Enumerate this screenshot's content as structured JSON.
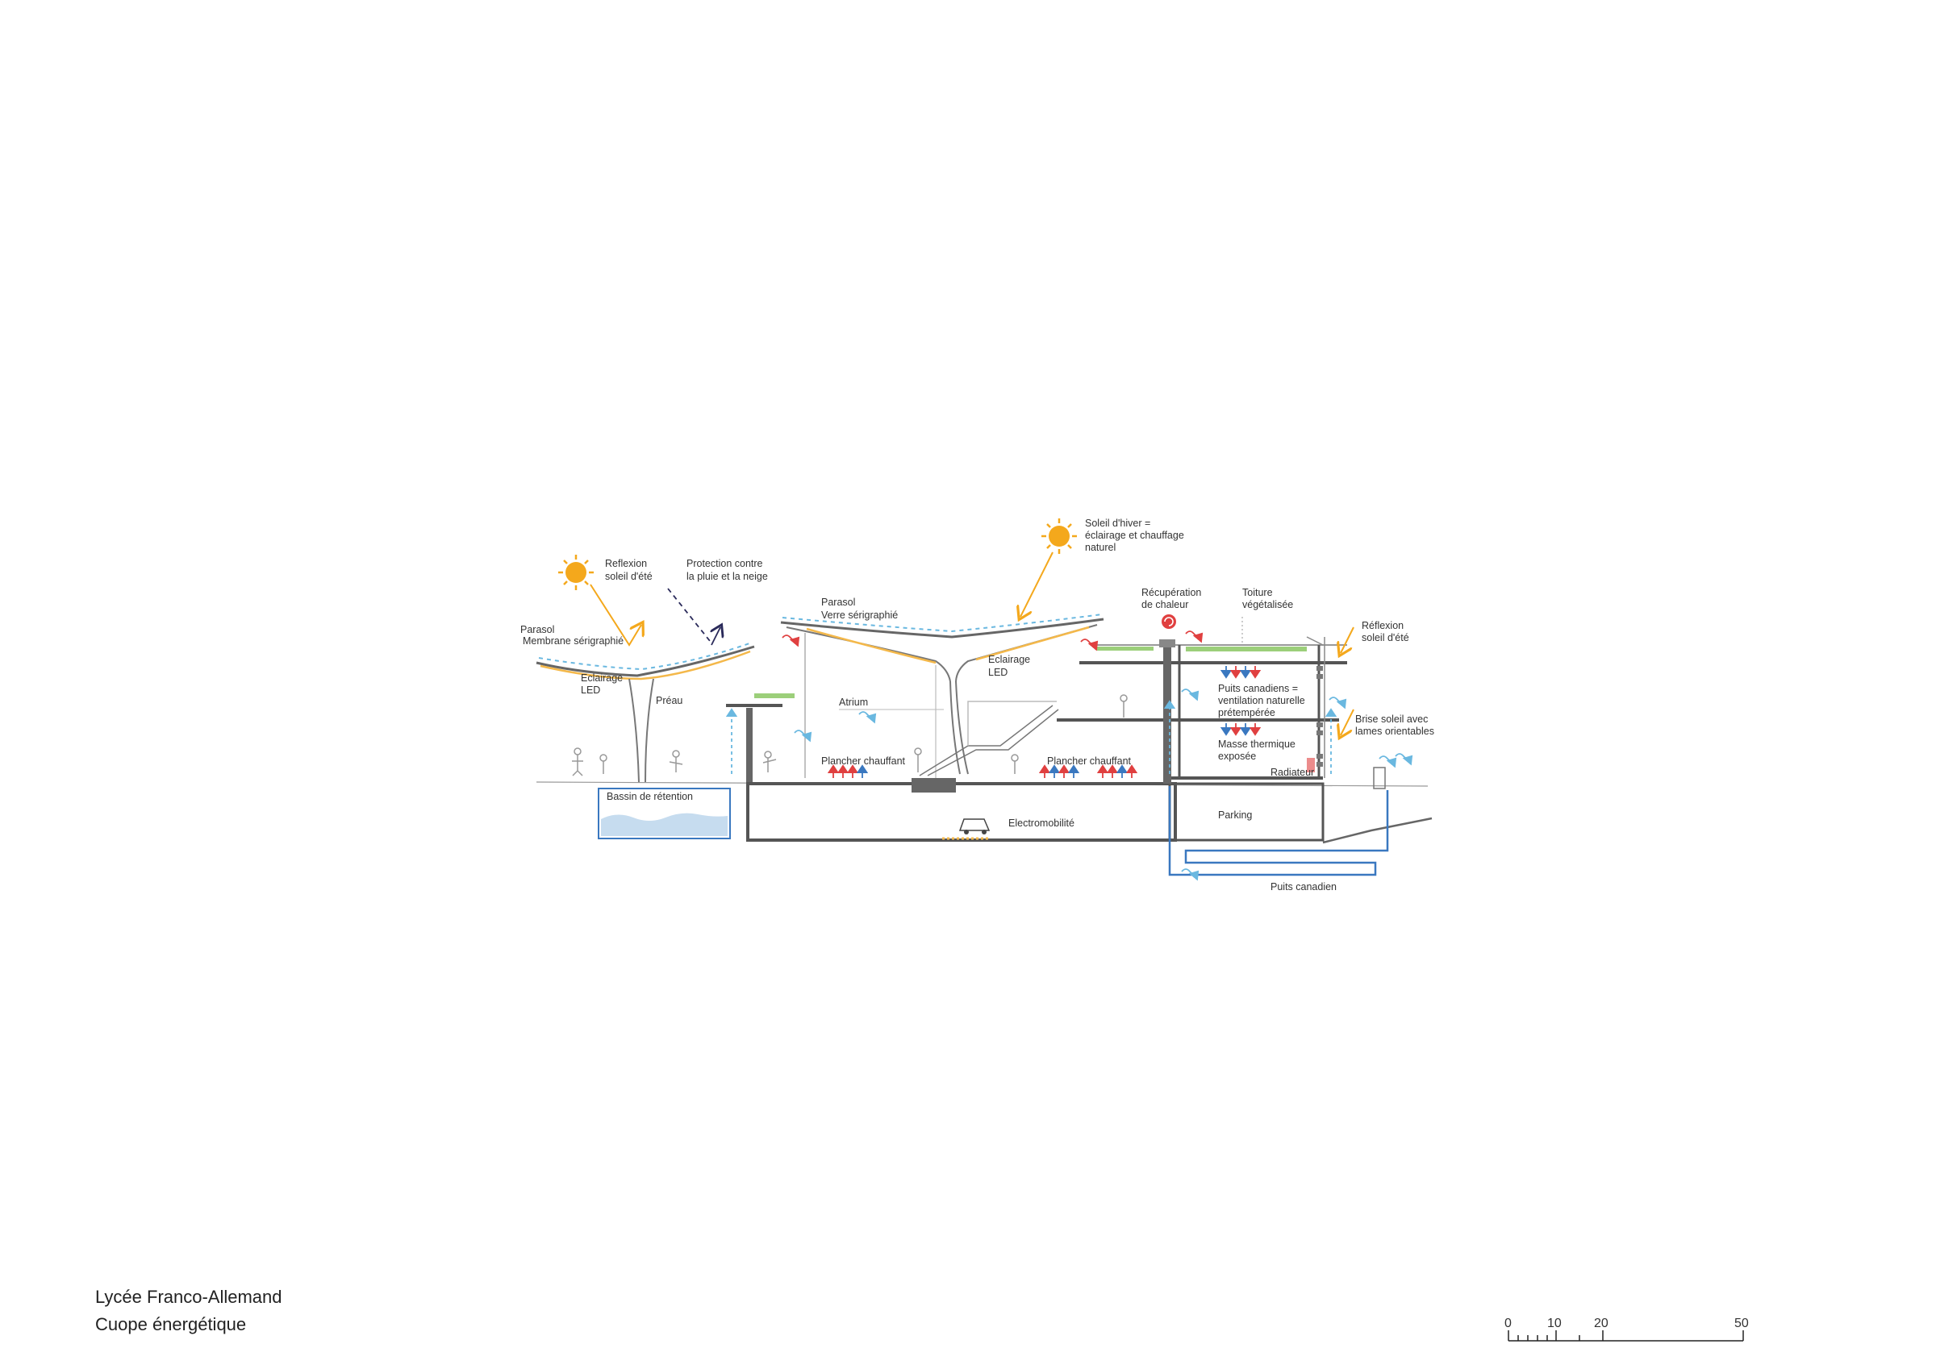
{
  "caption": {
    "title": "Lycée Franco-Allemand",
    "subtitle": "Cuope énergétique"
  },
  "labels": {
    "reflexion_left": [
      "Reflexion",
      "soleil d'été"
    ],
    "protection": [
      "Protection contre",
      "la pluie et la neige"
    ],
    "parasol_left": [
      "Parasol",
      "Membrane sérigraphié"
    ],
    "eclairage_left": [
      "Eclairage",
      "LED"
    ],
    "preau": "Préau",
    "parasol_mid": [
      "Parasol",
      "Verre sérigraphié"
    ],
    "eclairage_mid": [
      "Eclairage",
      "LED"
    ],
    "atrium": "Atrium",
    "soleil_hiver": [
      "Soleil d'hiver =",
      "éclairage et chauffage",
      "naturel"
    ],
    "recuperation": [
      "Récupération",
      "de chaleur"
    ],
    "toiture": [
      "Toiture",
      "végétalisée"
    ],
    "reflexion_right": [
      "Réflexion",
      "soleil d'été"
    ],
    "puits_ventilation": [
      "Puits canadiens =",
      "ventilation naturelle",
      "prétempérée"
    ],
    "brise_soleil": [
      "Brise soleil avec",
      "lames orientables"
    ],
    "masse_thermique": [
      "Masse thermique",
      "exposée"
    ],
    "radiateur": "Radiateur",
    "plancher_left": "Plancher chauffant",
    "plancher_right": "Plancher chauffant",
    "bassin": "Bassin de rétention",
    "electromobilite": "Electromobilité",
    "parking": "Parking",
    "puits_canadien": "Puits canadien"
  },
  "scale_bar": {
    "ticks": [
      "0",
      "10",
      "20",
      "50"
    ]
  },
  "colors": {
    "sun": "#f4a81c",
    "cold_air": "#6ab8e0",
    "warm_air": "#e04040",
    "heat_up": "#e04040",
    "cool_down": "#3a78c0",
    "pipe": "#3a78c0",
    "structure": "#555555",
    "led_strip": "#f4b84a",
    "green_roof": "#9ccf7a"
  }
}
